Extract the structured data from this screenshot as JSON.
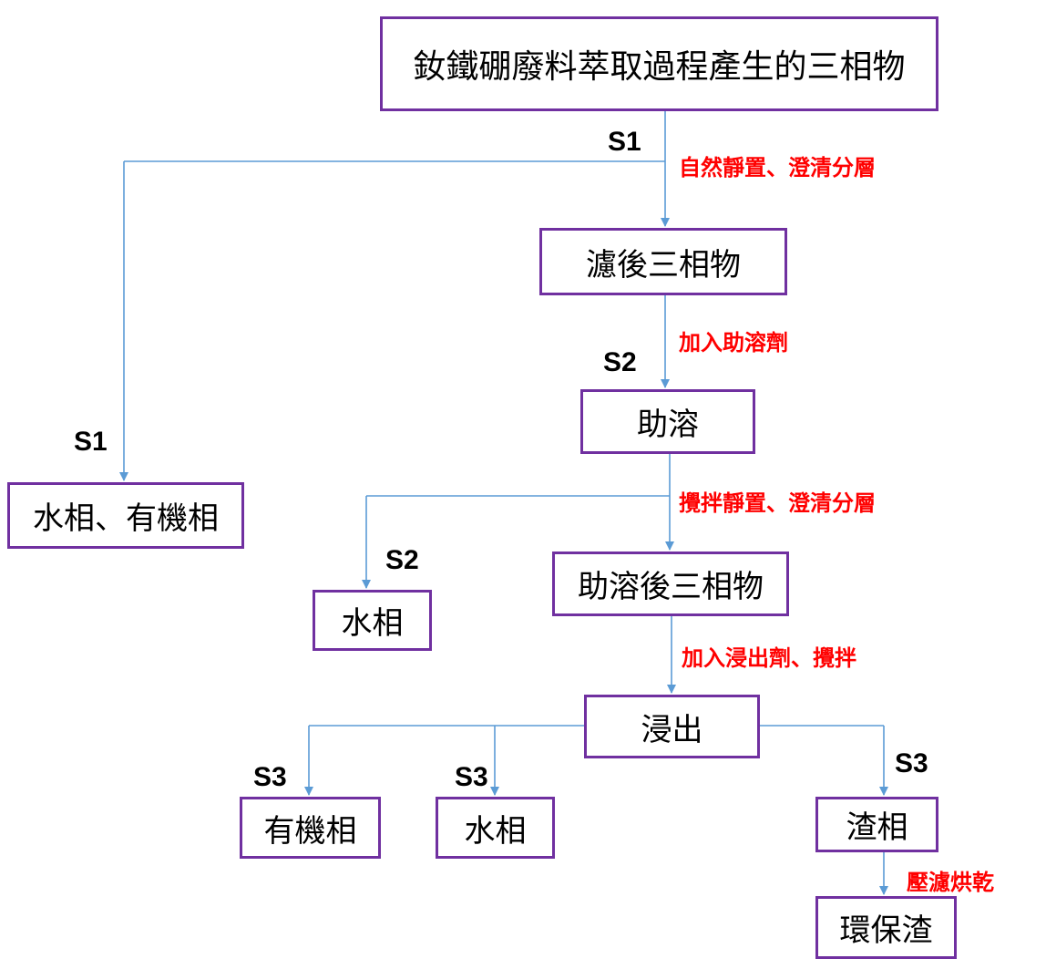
{
  "nodes": {
    "root": "釹鐵硼廢料萃取過程產生的三相物",
    "filtered": "濾後三相物",
    "cosolvent": "助溶",
    "water_organic": "水相、有機相",
    "water_s2": "水相",
    "after_cosolvent": "助溶後三相物",
    "leach": "浸出",
    "organic_s3": "有機相",
    "water_s3": "水相",
    "residue": "渣相",
    "eco_residue": "環保渣"
  },
  "steps": {
    "s1_top": "S1",
    "s1_left": "S1",
    "s2_mid": "S2",
    "s2_left": "S2",
    "s3_a": "S3",
    "s3_b": "S3",
    "s3_c": "S3"
  },
  "actions": {
    "settle": "自然靜置、澄清分層",
    "add_cosolvent": "加入助溶劑",
    "stir_settle": "攪拌靜置、澄清分層",
    "add_leachant": "加入浸出劑、攪拌",
    "press_dry": "壓濾烘乾"
  },
  "colors": {
    "box_border": "#7030a0",
    "connector": "#5b9bd5",
    "action_text": "#ff0000"
  }
}
